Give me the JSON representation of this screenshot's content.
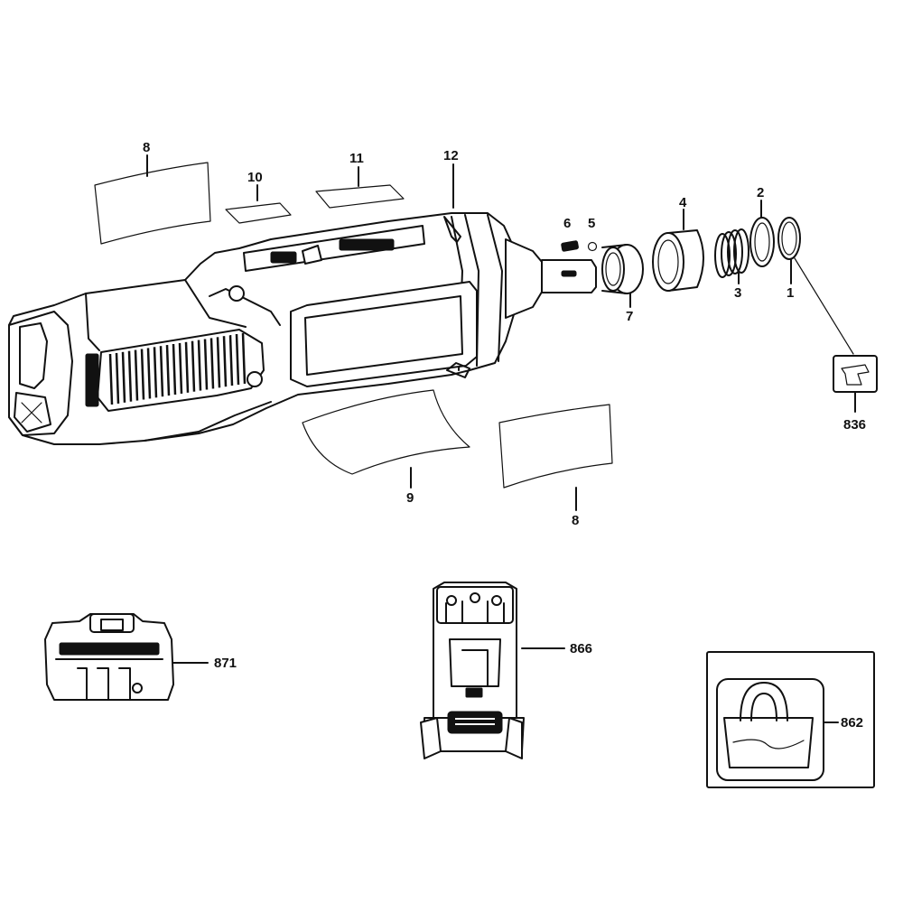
{
  "callouts": {
    "c1": "1",
    "c2": "2",
    "c3": "3",
    "c4": "4",
    "c5": "5",
    "c6": "6",
    "c7": "7",
    "c8_top": "8",
    "c8_bottom": "8",
    "c9": "9",
    "c10": "10",
    "c11": "11",
    "c12": "12",
    "c836": "836",
    "c862": "862",
    "c866": "866",
    "c871": "871"
  }
}
